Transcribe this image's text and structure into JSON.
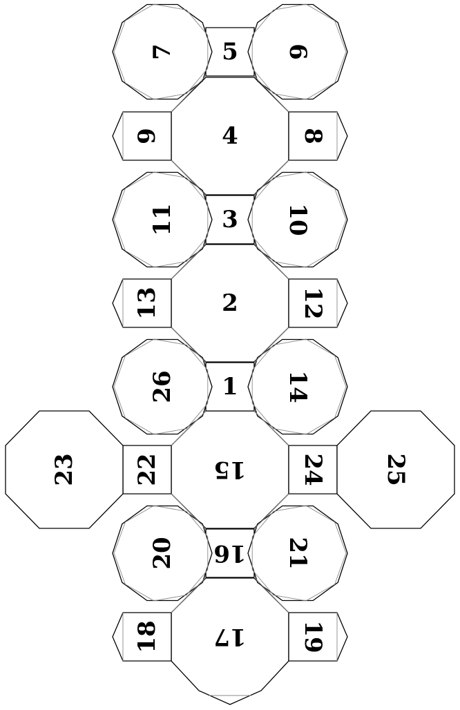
{
  "figure": {
    "description_free": true,
    "faces": [
      {
        "id": "1",
        "label": "1",
        "shape": "square",
        "rotation": 0
      },
      {
        "id": "2",
        "label": "2",
        "shape": "octagon",
        "rotation": 0
      },
      {
        "id": "3",
        "label": "3",
        "shape": "square",
        "rotation": 0
      },
      {
        "id": "4",
        "label": "4",
        "shape": "octagon",
        "rotation": 0
      },
      {
        "id": "5",
        "label": "5",
        "shape": "square",
        "rotation": 0
      },
      {
        "id": "6",
        "label": "6",
        "shape": "flap-round",
        "rotation": 90
      },
      {
        "id": "7",
        "label": "7",
        "shape": "flap-round",
        "rotation": -90
      },
      {
        "id": "8",
        "label": "8",
        "shape": "flap-tab",
        "rotation": 90
      },
      {
        "id": "9",
        "label": "9",
        "shape": "flap-tab",
        "rotation": -90
      },
      {
        "id": "10",
        "label": "10",
        "shape": "flap-round",
        "rotation": 90
      },
      {
        "id": "11",
        "label": "11",
        "shape": "flap-round",
        "rotation": -90
      },
      {
        "id": "12",
        "label": "12",
        "shape": "flap-tab",
        "rotation": 90
      },
      {
        "id": "13",
        "label": "13",
        "shape": "flap-tab",
        "rotation": -90
      },
      {
        "id": "14",
        "label": "14",
        "shape": "flap-round",
        "rotation": 90
      },
      {
        "id": "15",
        "label": "15",
        "shape": "octagon",
        "rotation": 180
      },
      {
        "id": "16",
        "label": "16",
        "shape": "square",
        "rotation": 180
      },
      {
        "id": "17",
        "label": "17",
        "shape": "octagon",
        "rotation": 180
      },
      {
        "id": "18",
        "label": "18",
        "shape": "flap-tab",
        "rotation": -90
      },
      {
        "id": "19",
        "label": "19",
        "shape": "flap-tab",
        "rotation": 90
      },
      {
        "id": "20",
        "label": "20",
        "shape": "flap-round",
        "rotation": -90
      },
      {
        "id": "21",
        "label": "21",
        "shape": "flap-round",
        "rotation": 90
      },
      {
        "id": "22",
        "label": "22",
        "shape": "square",
        "rotation": -90
      },
      {
        "id": "23",
        "label": "23",
        "shape": "octagon",
        "rotation": -90
      },
      {
        "id": "24",
        "label": "24",
        "shape": "square",
        "rotation": 90
      },
      {
        "id": "25",
        "label": "25",
        "shape": "octagon",
        "rotation": 90
      },
      {
        "id": "26",
        "label": "26",
        "shape": "flap-round",
        "rotation": -90
      }
    ]
  }
}
